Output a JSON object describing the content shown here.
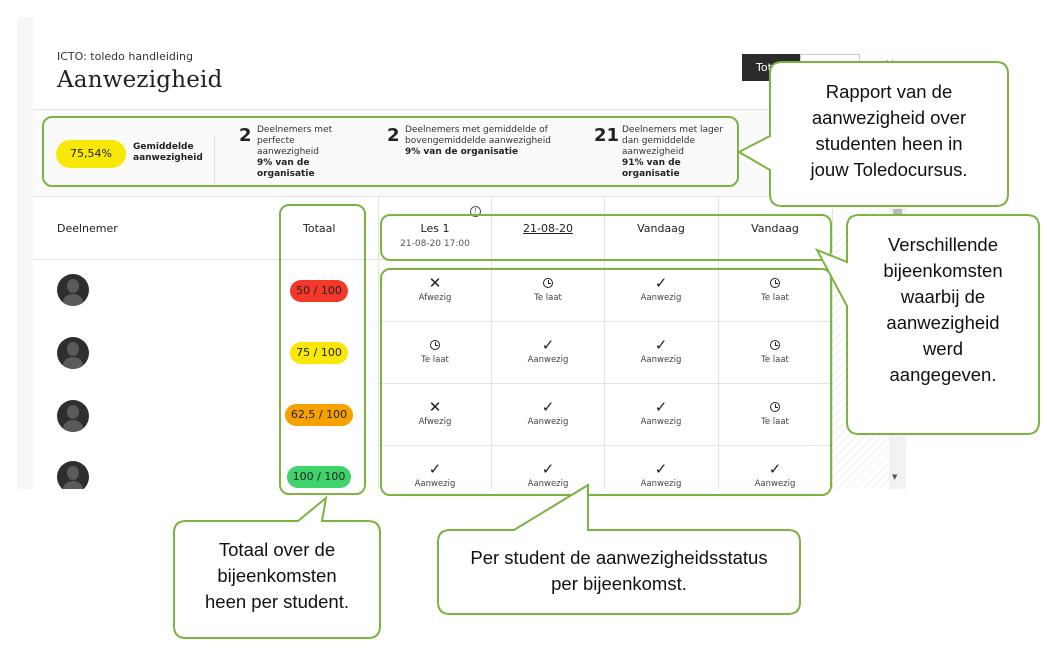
{
  "header": {
    "course": "ICTO: toledo handleiding",
    "title": "Aanwezigheid",
    "toggle_active": "Totaal",
    "close_icon": "close-icon"
  },
  "stats": {
    "average_value": "75,54%",
    "average_label": "Gemiddelde aanwezigheid",
    "items": [
      {
        "count": "2",
        "text": "Deelnemers met perfecte aanwezigheid",
        "pct": "9% van de organisatie"
      },
      {
        "count": "2",
        "text": "Deelnemers met gemiddelde of bovengemiddelde aanwezigheid",
        "pct": "9% van de organisatie"
      },
      {
        "count": "21",
        "text": "Deelnemers met lager dan gemiddelde aanwezigheid",
        "pct": "91% van de organisatie"
      }
    ]
  },
  "table": {
    "col_participant": "Deelnemer",
    "col_total": "Totaal",
    "sessions": [
      {
        "label": "Les 1",
        "date": "21-08-20 17:00",
        "underline": false
      },
      {
        "label": "21-08-20",
        "date": "",
        "underline": true
      },
      {
        "label": "Vandaag",
        "date": "",
        "underline": false
      },
      {
        "label": "Vandaag",
        "date": "",
        "underline": false
      }
    ],
    "rows": [
      {
        "score": "50 / 100",
        "color": "#f4392a",
        "cells": [
          {
            "icon": "x",
            "label": "Afwezig"
          },
          {
            "icon": "clock",
            "label": "Te laat"
          },
          {
            "icon": "check",
            "label": "Aanwezig"
          },
          {
            "icon": "clock",
            "label": "Te laat"
          }
        ]
      },
      {
        "score": "75 / 100",
        "color": "#f9e805",
        "cells": [
          {
            "icon": "clock",
            "label": "Te laat"
          },
          {
            "icon": "check",
            "label": "Aanwezig"
          },
          {
            "icon": "check",
            "label": "Aanwezig"
          },
          {
            "icon": "clock",
            "label": "Te laat"
          }
        ]
      },
      {
        "score": "62,5 / 100",
        "color": "#f7a100",
        "cells": [
          {
            "icon": "x",
            "label": "Afwezig"
          },
          {
            "icon": "check",
            "label": "Aanwezig"
          },
          {
            "icon": "check",
            "label": "Aanwezig"
          },
          {
            "icon": "clock",
            "label": "Te laat"
          }
        ]
      },
      {
        "score": "100 / 100",
        "color": "#3ed36b",
        "cells": [
          {
            "icon": "check",
            "label": "Aanwezig"
          },
          {
            "icon": "check",
            "label": "Aanwezig"
          },
          {
            "icon": "check",
            "label": "Aanwezig"
          },
          {
            "icon": "check",
            "label": "Aanwezig"
          }
        ]
      }
    ]
  },
  "callouts": {
    "report": [
      "Rapport van de",
      "aanwezigheid over",
      "studenten heen in",
      "jouw Toledocursus."
    ],
    "sessions": [
      "Verschillende",
      "bijeenkomsten",
      "waarbij de",
      "aanwezigheid",
      "werd",
      "aangegeven."
    ],
    "total": [
      "Totaal over de",
      "bijeenkomsten",
      "heen per student."
    ],
    "status": [
      "Per student de aanwezigheidsstatus",
      "per bijeenkomst."
    ]
  },
  "colors": {
    "highlight": "#7cb342",
    "average": "#f9e805"
  }
}
